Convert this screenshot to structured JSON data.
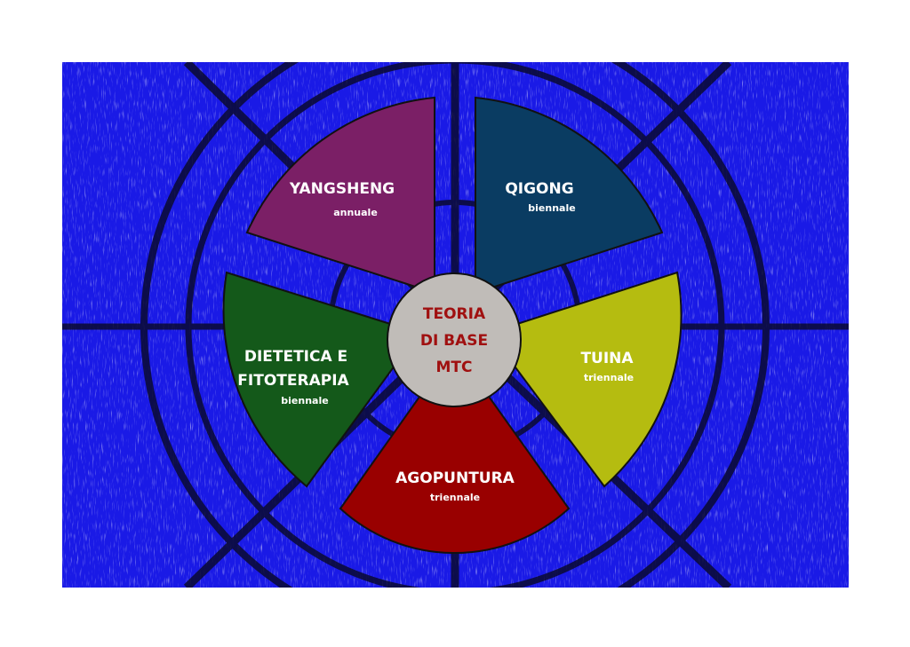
{
  "center": {
    "lines": [
      "TEORIA",
      "DI BASE",
      "MTC"
    ],
    "color": "#a01010",
    "fill": "#c0bcb8"
  },
  "sectors": [
    {
      "title": [
        "YANGSHENG"
      ],
      "duration": "annuale",
      "color": "#7b1f66"
    },
    {
      "title": [
        "QIGONG"
      ],
      "duration": "biennale",
      "color": "#0a3c62"
    },
    {
      "title": [
        "TUINA"
      ],
      "duration": "triennale",
      "color": "#b5bc10"
    },
    {
      "title": [
        "AGOPUNTURA"
      ],
      "duration": "triennale",
      "color": "#990000"
    },
    {
      "title": [
        "DIETETICA E",
        "FITOTERAPIA"
      ],
      "duration": "biennale",
      "color": "#14591a"
    }
  ],
  "background": {
    "color": "#1a1ae6"
  }
}
